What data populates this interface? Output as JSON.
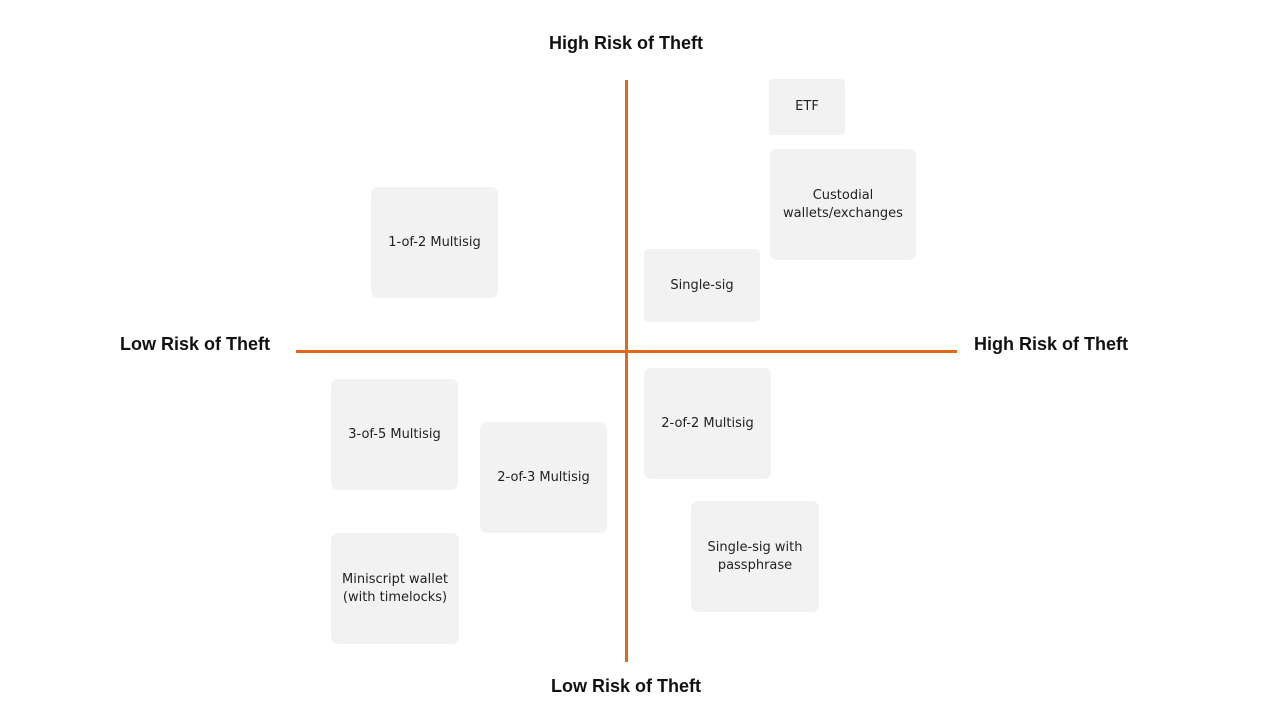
{
  "axes": {
    "top_label": "High Risk of Theft",
    "bottom_label": "Low Risk of Theft",
    "left_label": "Low Risk of Theft",
    "right_label": "High Risk of Theft",
    "line_color": "#e06a1a"
  },
  "items": {
    "etf": "ETF",
    "custodial": "Custodial\nwallets/exchanges",
    "one_of_two": "1-of-2 Multisig",
    "single_sig": "Single-sig",
    "three_of_five": "3-of-5 Multisig",
    "two_of_three": "2-of-3 Multisig",
    "two_of_two": "2-of-2 Multisig",
    "single_sig_passphrase": "Single-sig with\npassphrase",
    "miniscript": "Miniscript wallet\n(with timelocks)"
  },
  "card_color": "#f2f2f2"
}
